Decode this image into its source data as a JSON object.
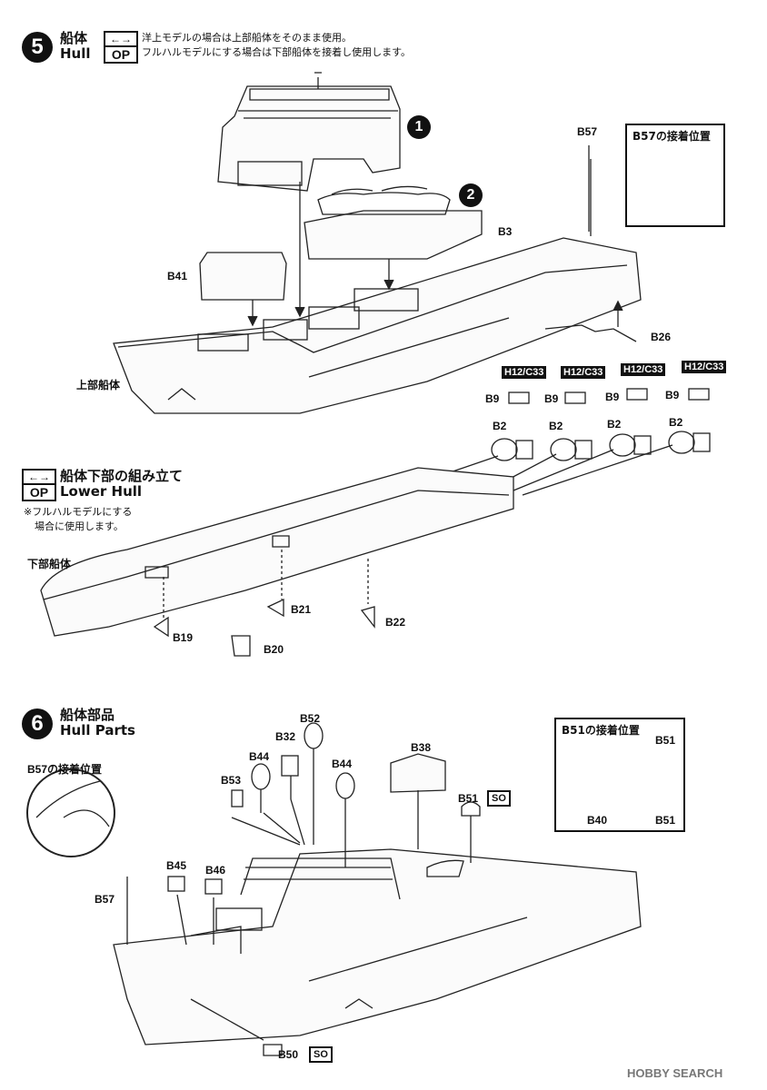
{
  "step5": {
    "number": "5",
    "title_ja": "船体",
    "title_en": "Hull",
    "op_arrow": "←→",
    "op": "OP",
    "note1": "洋上モデルの場合は上部船体をそのまま使用。",
    "note2": "フルハルモデルにする場合は下部船体を接着し使用します。"
  },
  "callout1": {
    "title": "B57の接着位置"
  },
  "sub_markers": [
    "1",
    "2"
  ],
  "upper_hull_label": "上部船体",
  "lower_hull_label": "下部船体",
  "lower": {
    "op_arrow": "←→",
    "op": "OP",
    "title_ja": "船体下部の組み立て",
    "title_en": "Lower Hull",
    "note1": "※フルハルモデルにする",
    "note2": "場合に使用します。"
  },
  "step6": {
    "number": "6",
    "title_ja": "船体部品",
    "title_en": "Hull Parts"
  },
  "callout2": {
    "title": "B51の接着位置",
    "label_b40": "B40",
    "label_b51a": "B51",
    "label_b51b": "B51"
  },
  "callout3": {
    "title": "B57の接着位置"
  },
  "parts": {
    "b57": "B57",
    "b3": "B3",
    "b41": "B41",
    "b26": "B26",
    "h12": "H12/C33",
    "b9": "B9",
    "b2": "B2",
    "b19": "B19",
    "b20": "B20",
    "b21": "B21",
    "b22": "B22",
    "b52": "B52",
    "b32": "B32",
    "b44": "B44",
    "b53": "B53",
    "b38": "B38",
    "b51": "B51",
    "b45": "B45",
    "b46": "B46",
    "b50": "B50",
    "so": "SO"
  },
  "watermark": "HOBBY SEARCH"
}
